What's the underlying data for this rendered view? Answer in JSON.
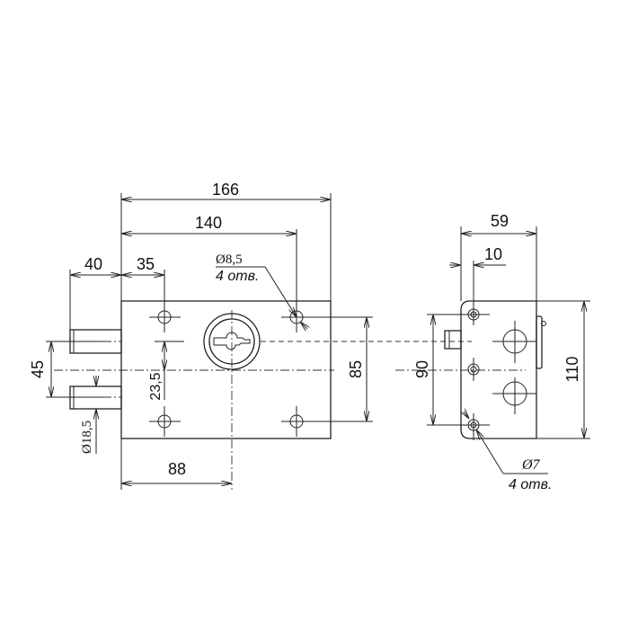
{
  "front_view": {
    "dim_overall_width": "166",
    "dim_hole_span": "140",
    "dim_bolt_length": "40",
    "dim_hole_offset": "35",
    "dim_bolt_spacing": "45",
    "dim_key_offset": "23,5",
    "dim_hole_vertical": "85",
    "dim_key_center": "88",
    "dim_bolt_diameter": "Ø18,5",
    "hole_note": {
      "diameter": "Ø8,5",
      "count": "4 отв."
    }
  },
  "side_view": {
    "dim_depth": "59",
    "dim_hole_edge": "10",
    "dim_hole_vertical": "90",
    "dim_height": "110",
    "hole_note": {
      "diameter": "Ø7",
      "count": "4 отв."
    }
  }
}
